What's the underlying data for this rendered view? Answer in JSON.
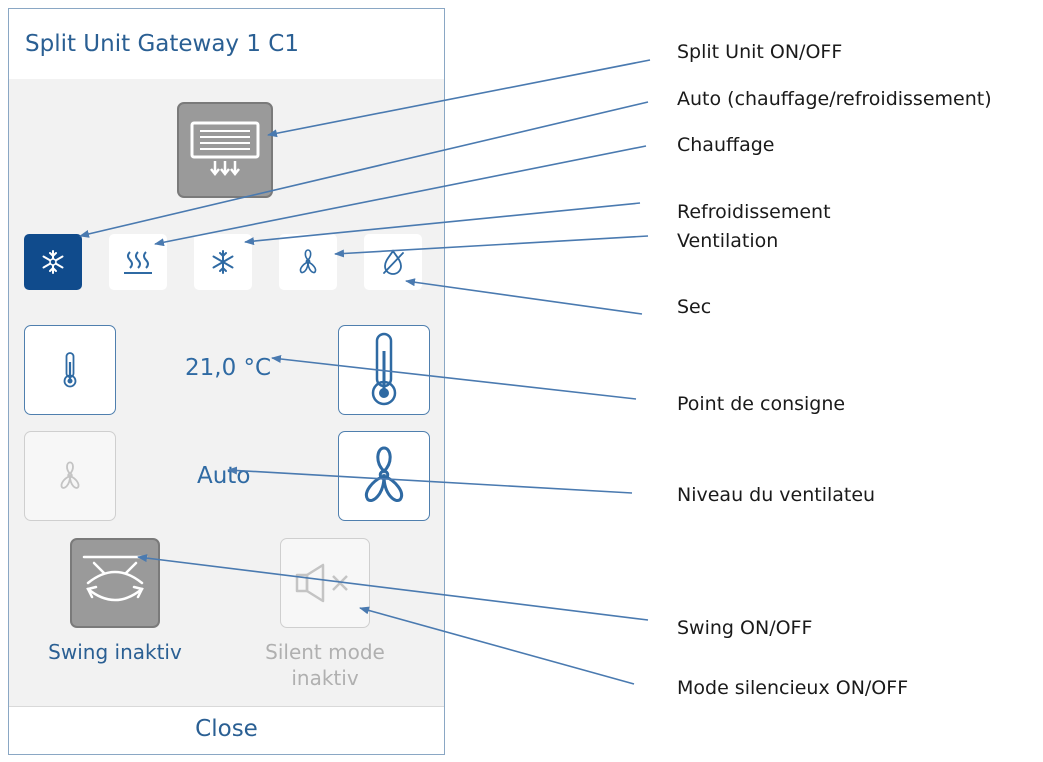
{
  "dialog": {
    "title": "Split Unit Gateway 1 C1",
    "close_label": "Close",
    "setpoint_value": "21,0 °C",
    "fan_level_value": "Auto",
    "swing_label": "Swing inaktiv",
    "silent_label_line1": "Silent mode",
    "silent_label_line2": "inaktiv",
    "active_mode": "auto",
    "modes": [
      {
        "key": "auto",
        "icon": "auto-mode-icon"
      },
      {
        "key": "heat",
        "icon": "heat-waves-icon"
      },
      {
        "key": "cool",
        "icon": "snowflake-icon"
      },
      {
        "key": "fan",
        "icon": "fan-icon"
      },
      {
        "key": "dry",
        "icon": "water-drop-crossed-icon"
      }
    ]
  },
  "callouts": {
    "power": "Split Unit ON/OFF",
    "auto": "Auto (chauffage/refroidissement)",
    "heat": "Chauffage",
    "cool": "Refroidissement",
    "fan": "Ventilation",
    "dry": "Sec",
    "setpoint": "Point de consigne",
    "fan_level": "Niveau du ventilateu",
    "swing": "Swing ON/OFF",
    "silent": "Mode silencieux ON/OFF"
  },
  "colors": {
    "title_blue": "#2a5f93",
    "active_mode_bg": "#104b8c",
    "frame_blue": "#4f7fae",
    "panel_grey": "#f2f2f2",
    "arrow_blue": "#4a7ab0"
  }
}
